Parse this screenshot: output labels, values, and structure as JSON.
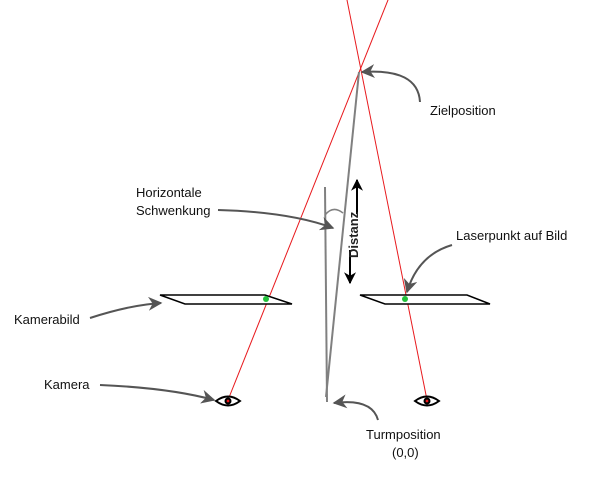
{
  "labels": {
    "target_position": "Zielposition",
    "horizontal_pan_line1": "Horizontale",
    "horizontal_pan_line2": "Schwenkung",
    "distance": "Distanz",
    "laser_point": "Laserpunkt auf Bild",
    "camera_image": "Kamerabild",
    "camera": "Kamera",
    "tower_position_line1": "Turmposition",
    "tower_position_line2": "(0,0)"
  },
  "colors": {
    "ray": "#e8191d",
    "tower": "#808080",
    "arrow": "#555555",
    "laser_dot": "#22c03a",
    "outline": "#000000"
  }
}
